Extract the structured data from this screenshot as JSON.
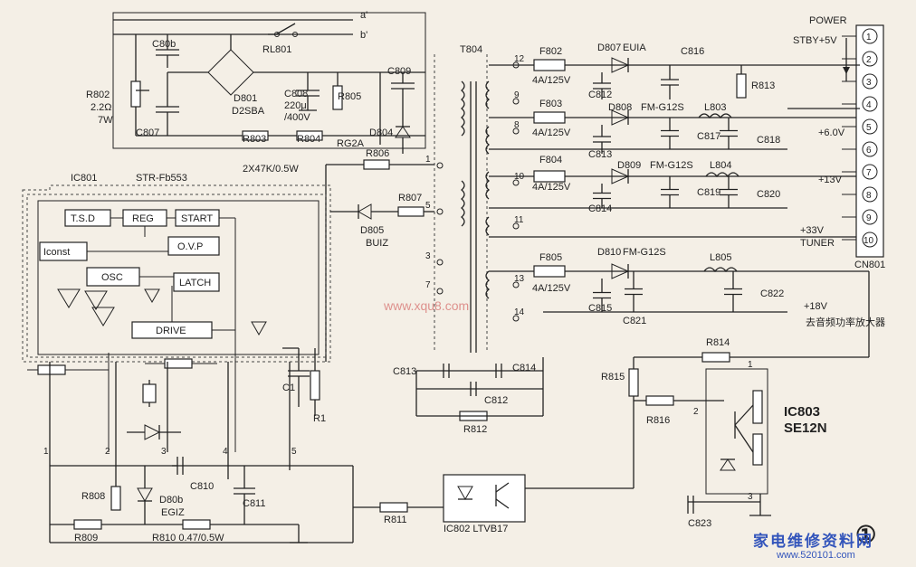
{
  "labels": {
    "c80b": "C80b",
    "rl801": "RL801",
    "a": "a'",
    "b": "b'",
    "r802": "R802",
    "r802v": "2.2Ω",
    "r802w": "7W",
    "c807": "C807",
    "d801": "D801",
    "d2sba": "D2SBA",
    "c808": "C808",
    "c808v": "220μ",
    "c808w": "/400V",
    "r805": "R805",
    "c809": "C809",
    "d804": "D804",
    "r803": "R803",
    "r804": "R804",
    "r803v": "2X47K/0.5W",
    "rg2a": "RG2A",
    "r806": "R806",
    "ic801": "IC801",
    "strfb": "STR-Fb553",
    "tsd": "T.S.D",
    "reg": "REG",
    "start": "START",
    "iconst": "Iconst",
    "ovp": "O.V.P",
    "osc": "OSC",
    "latch": "LATCH",
    "drive": "DRIVE",
    "r807": "R807",
    "d805": "D805",
    "buiz": "BUIZ",
    "c1": "C1",
    "r1": "R1",
    "t804": "T804",
    "f802": "F802",
    "f802v": "4A/125V",
    "f803": "F803",
    "f803v": "4A/125V",
    "f804": "F804",
    "f804v": "4A/125V",
    "f805": "F805",
    "f805v": "4A/125V",
    "d807": "D807",
    "euia": "EUIA",
    "c816": "C816",
    "c812": "C812",
    "r813": "R813",
    "d808": "D808",
    "fmg12s_a": "FM-G12S",
    "l803": "L803",
    "c817": "C817",
    "c818": "C818",
    "c813b": "C813",
    "d809": "D809",
    "fmg12s_b": "FM-G12S",
    "l804": "L804",
    "c819": "C819",
    "c820": "C820",
    "c814b": "C814",
    "d810": "D810",
    "fmg12s_c": "FM-G12S",
    "l805": "L805",
    "c815": "C815",
    "c821": "C821",
    "c822": "C822",
    "power": "POWER",
    "stby": "STBY+5V",
    "v6": "+6.0V",
    "v13": "+13V",
    "v33": "+33V",
    "tuner": "TUNER",
    "cn801": "CN801",
    "v18": "+18V",
    "amp": "去音频功率放大器",
    "c813": "C813",
    "c814": "C814",
    "c812b": "C812",
    "r812": "R812",
    "r814": "R814",
    "r815": "R815",
    "r816": "R816",
    "ic803": "IC803",
    "se12n": "SE12N",
    "c823": "C823",
    "ic802": "IC802 LTVB17",
    "r808": "R808",
    "d80b": "D80b",
    "egiz": "EGIZ",
    "c810": "C810",
    "c811": "C811",
    "r809": "R809",
    "r810": "R810 0.47/0.5W",
    "r811": "R811",
    "watermark": "www.xqu8.com",
    "brand": "家电维修资料网",
    "url": "www.520101.com",
    "fig": "①"
  },
  "pins": {
    "t": [
      "12",
      "9",
      "8",
      "10",
      "11",
      "13",
      "14",
      "1",
      "5",
      "3",
      "7"
    ],
    "ic": [
      "1",
      "2",
      "3",
      "4",
      "5"
    ],
    "ic803": [
      "1",
      "2",
      "3"
    ],
    "cn": [
      "1",
      "2",
      "3",
      "4",
      "5",
      "6",
      "7",
      "8",
      "9",
      "10"
    ]
  },
  "colors": {
    "ink": "#222222",
    "paper": "#f4efe6",
    "brand": "#3355bb",
    "watermark": "#cc4444"
  }
}
